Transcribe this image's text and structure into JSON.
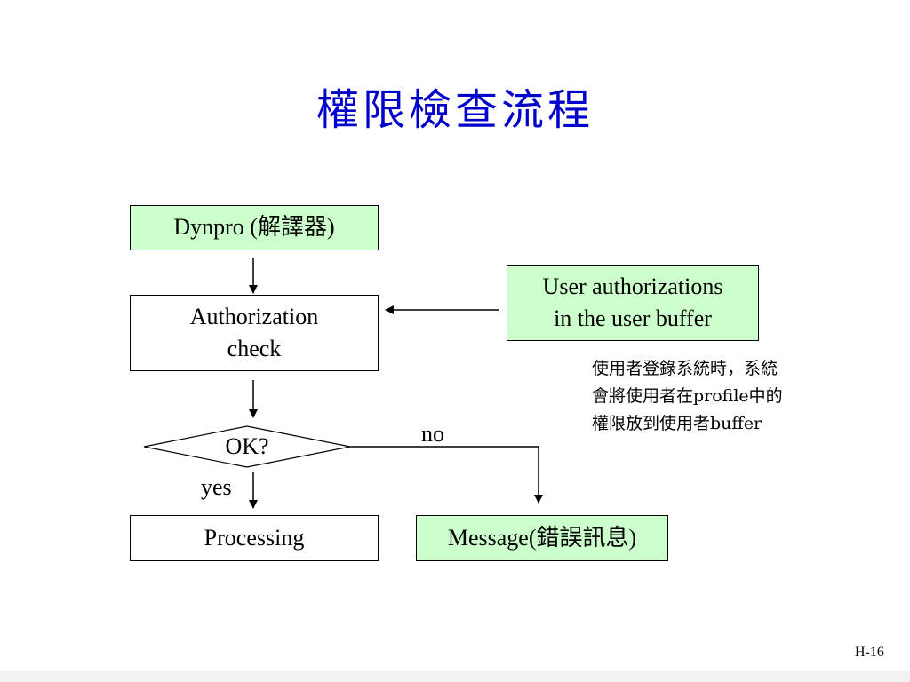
{
  "slide": {
    "title": "權限檢查流程",
    "page_number": "H-16"
  },
  "flowchart": {
    "dynpro": "Dynpro (解譯器)",
    "auth_check_line1": "Authorization",
    "auth_check_line2": "check",
    "user_auth_line1": "User authorizations",
    "user_auth_line2": "in the user buffer",
    "decision": "OK?",
    "yes_label": "yes",
    "no_label": "no",
    "processing": "Processing",
    "message": "Message(錯誤訊息)"
  },
  "note": {
    "line1": "使用者登錄系統時，系統",
    "line2": "會將使用者在profile中的",
    "line3": "權限放到使用者buffer"
  },
  "colors": {
    "title": "#0000cc",
    "green_fill": "#ccffcc"
  }
}
